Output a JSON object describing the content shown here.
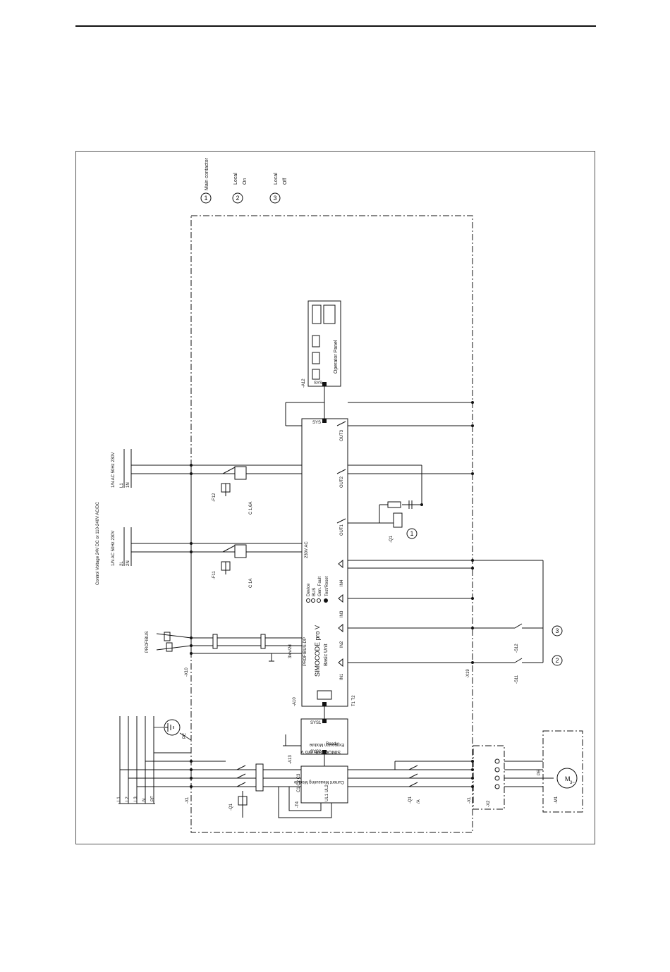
{
  "legend": [
    {
      "num": "1",
      "text1": "Main contactor",
      "text2": ""
    },
    {
      "num": "2",
      "text1": "Local",
      "text2": "On"
    },
    {
      "num": "3",
      "text1": "Local",
      "text2": "Off"
    }
  ],
  "markers": {
    "m1": "1",
    "m2": "2",
    "m3": "3"
  },
  "supply": {
    "control_voltage": "Control Voltage 24V DC or 110-240V AC/DC",
    "net1": "1/N AC 50Hz 230V",
    "net2": "1/N AC 50Hz 230V",
    "l1": "L1",
    "n1": "1N",
    "l2": "2L",
    "n2": "2N",
    "main_l1": "L1",
    "main_l2": "L2",
    "main_l3": "L3",
    "main_n": "N",
    "main_pe": "PE"
  },
  "devices": {
    "a10": "-A10",
    "a12": "-A12",
    "a13": "-A13",
    "f11": "-F11",
    "f12": "-F12",
    "x1": "-X1",
    "x2": "-X2",
    "x10": "-X10",
    "x19": "-X19",
    "q1": "-Q1",
    "q1_main": "-Q1",
    "q1_coil": "-Q1",
    "q1_a": "/A",
    "m1": "-M1",
    "t4": "-T4",
    "s11": "-S11",
    "s12": "-S12",
    "c1a": "C 1A",
    "c16a": "C 1,6A"
  },
  "basic_unit": {
    "title": "SIMOCODE pro V",
    "subtitle": "Basic Unit",
    "profibus_dp": "PROFIBUS-DP",
    "led1": "Device",
    "led2": "BUS",
    "led3": "Gen. Fault",
    "led4": "Test/Reset",
    "out1": "OUT1",
    "out2": "OUT2",
    "out3": "OUT3",
    "in1": "IN1",
    "in2": "IN2",
    "in3": "IN3",
    "in4": "IN4",
    "sys": "SYS",
    "supply": "230V AC",
    "t1t2": "T1 T2",
    "ev": "3/ev/2d",
    "sps": "24V"
  },
  "operator_panel": {
    "title": "Operator Panel",
    "sys": "SYS"
  },
  "expansion_module": {
    "title": "SIMOCODE pro V",
    "sys_top": "SYS1",
    "sys_bottom": "SYS2",
    "ready": "Ready",
    "sub": "Expansion Module"
  },
  "current_module": {
    "title": "Current Measuring Module",
    "ul": "UL1  UL2",
    "c": "C1  C2  C3"
  },
  "profibus_label": "PROFIBUS",
  "motor": {
    "label": "M",
    "phase": "3~"
  },
  "pe": "PE",
  "colors": {
    "line": "#111111",
    "frame": "#555555",
    "background": "#ffffff"
  }
}
